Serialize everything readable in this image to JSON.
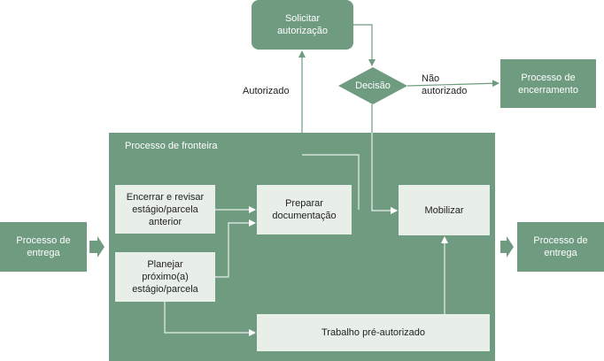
{
  "boundary": {
    "title": "Processo de fronteira"
  },
  "nodes": {
    "solicitar": "Solicitar\nautorização",
    "decisao": "Decisão",
    "encerramento": "Processo de\nencerramento",
    "entrega_left": "Processo de\nentrega",
    "entrega_right": "Processo de\nentrega",
    "encerrar": "Encerrar e revisar\nestágio/parcela\nanterior",
    "planejar": "Planejar\npróximo(a)\nestágio/parcela",
    "preparar": "Preparar\ndocumentação",
    "mobilizar": "Mobilizar",
    "trabalho": "Trabalho pré-autorizado"
  },
  "labels": {
    "autorizado": "Autorizado",
    "nao_autorizado": "Não\nautorizado"
  },
  "colors": {
    "dark_green": "#6f9b80",
    "light_box": "#e8efe9",
    "white": "#ffffff"
  }
}
